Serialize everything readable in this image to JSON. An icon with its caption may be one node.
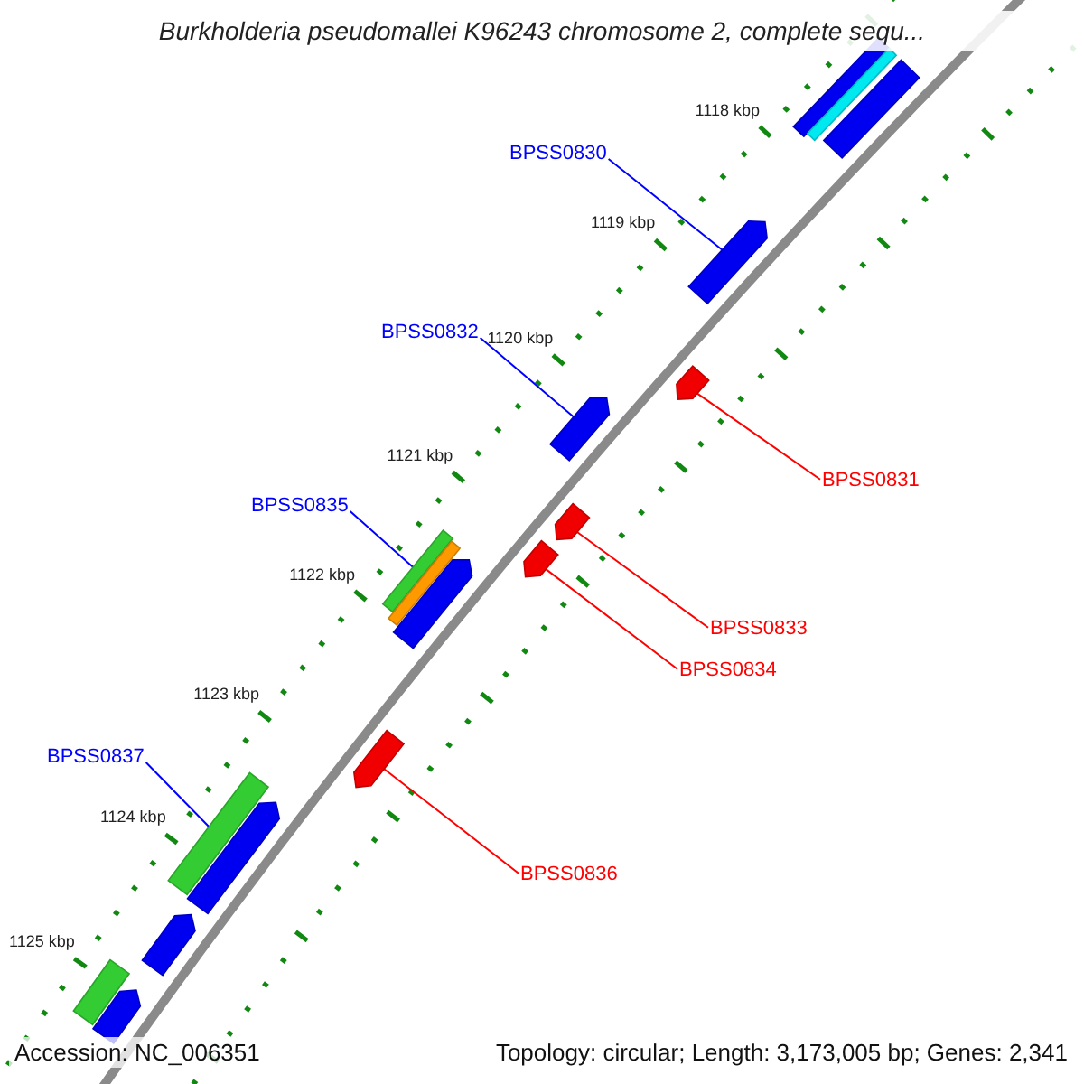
{
  "diagram": {
    "title": "Burkholderia pseudomallei K96243 chromosome 2, complete sequ...",
    "nodes": [
      {
        "text": [
          "BPSS0830"
        ]
      },
      {
        "text": [],
        "shape": "bar"
      },
      {
        "text": [
          "BPSS0832"
        ]
      },
      {
        "text": [],
        "shape": "bar"
      },
      {
        "text": [
          "BPSS0835"
        ]
      },
      {
        "text": [],
        "shape": "bar"
      },
      {
        "text": [
          "BPSS0837"
        ]
      },
      {
        "text": [],
        "shape": "bar"
      },
      {
        "text": [
          "BPSS0831"
        ]
      },
      {
        "text": [],
        "shape": "bar"
      },
      {
        "text": [
          "BPSS0833"
        ]
      },
      {
        "text": [],
        "shape": "bar"
      },
      {
        "text": [
          "BPSS0834"
        ]
      },
      {
        "text": [],
        "shape": "bar"
      },
      {
        "text": [
          "BPSS0836"
        ]
      },
      {
        "text": [],
        "shape": "bar"
      },
      {
        "text": [],
        "shape": "bar"
      },
      {
        "text": [],
        "shape": "bar"
      },
      {
        "text": [],
        "shape": "bar"
      },
      {
        "text": [],
        "shape": "bar"
      },
      {
        "text": [],
        "shape": "bar"
      },
      {
        "text": [],
        "shape": "bar"
      },
      {
        "text": [],
        "shape": "bar"
      },
      {
        "text": [],
        "shape": "bar"
      },
      {
        "text": [],
        "shape": "bar"
      }
    ],
    "edges": [
      {
        "from": 0,
        "to": 1,
        "arrow": "none",
        "color": "#0000ff"
      },
      {
        "from": 2,
        "to": 3,
        "arrow": "none",
        "color": "#0000ff"
      },
      {
        "from": 4,
        "to": 5,
        "arrow": "none",
        "color": "#0000ff"
      },
      {
        "from": 6,
        "to": 7,
        "arrow": "none",
        "color": "#0000ff"
      },
      {
        "from": 8,
        "to": 9,
        "arrow": "none",
        "color": "#ff0000"
      },
      {
        "from": 10,
        "to": 11,
        "arrow": "none",
        "color": "#ff0000"
      },
      {
        "from": 12,
        "to": 13,
        "arrow": "none",
        "color": "#ff0000"
      },
      {
        "from": 14,
        "to": 15,
        "arrow": "none",
        "color": "#ff0000"
      }
    ],
    "labels": [
      "1118 kbp",
      "1119 kbp",
      "1120 kbp",
      "1121 kbp",
      "1122 kbp",
      "1123 kbp",
      "1124 kbp",
      "1125 kbp",
      "Accession: NC_006351",
      "Topology: circular; Length: 3,173,005 bp; Genes: 2,341"
    ]
  }
}
